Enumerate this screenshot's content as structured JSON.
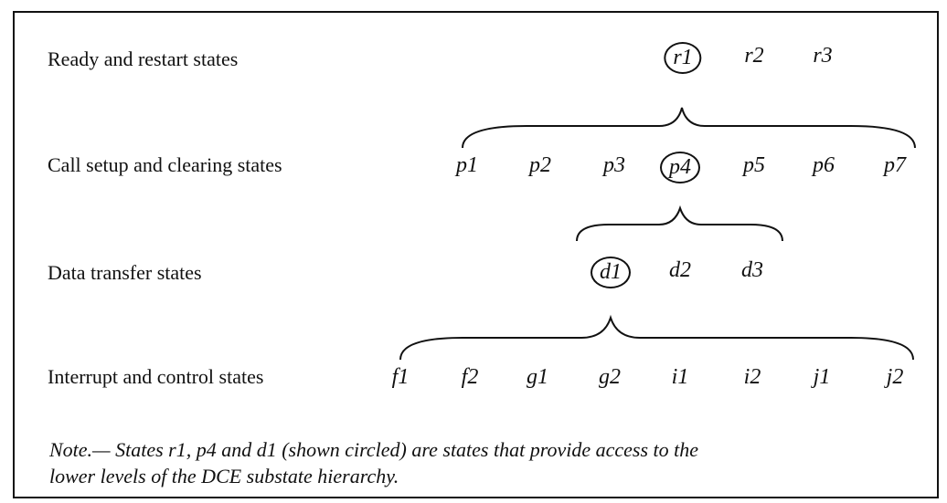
{
  "rows": {
    "ready": {
      "label": "Ready and restart states",
      "states": [
        "r1",
        "r2",
        "r3"
      ],
      "circled": "r1"
    },
    "call": {
      "label": "Call setup and clearing states",
      "states": [
        "p1",
        "p2",
        "p3",
        "p4",
        "p5",
        "p6",
        "p7"
      ],
      "circled": "p4"
    },
    "data": {
      "label": "Data transfer states",
      "states": [
        "d1",
        "d2",
        "d3"
      ],
      "circled": "d1"
    },
    "interrupt": {
      "label": "Interrupt and control states",
      "states": [
        "f1",
        "f2",
        "g1",
        "g2",
        "i1",
        "i2",
        "j1",
        "j2"
      ]
    }
  },
  "note": {
    "line1": "Note.— States r1, p4 and d1 (shown circled) are states that provide access to the",
    "line2": "lower levels of the DCE substate hierarchy."
  }
}
